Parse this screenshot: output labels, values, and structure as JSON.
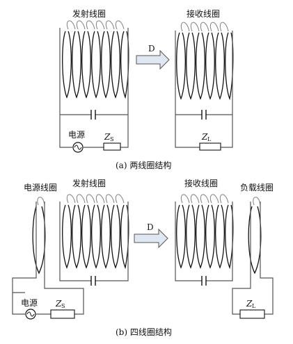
{
  "top": {
    "tx_coil_label": "发射线圈",
    "rx_coil_label": "接收线圈",
    "distance_label": "D",
    "source_label": "电源",
    "source_impedance_main": "Z",
    "source_impedance_sub": "S",
    "load_impedance_main": "Z",
    "load_impedance_sub": "L",
    "caption": "(a)  两线圈结构"
  },
  "bottom": {
    "source_coil_label": "电源线圈",
    "tx_coil_label": "发射线圈",
    "rx_coil_label": "接收线圈",
    "load_coil_label": "负载线圈",
    "distance_label": "D",
    "source_label": "电源",
    "source_impedance_main": "Z",
    "source_impedance_sub": "S",
    "load_impedance_main": "Z",
    "load_impedance_sub": "L",
    "caption": "(b)  四线圈结构"
  },
  "colors": {
    "coil_front": "#111111",
    "coil_back": "#8a8a8a",
    "wire": "#555555",
    "arrow_fill": "#dfe8f2"
  }
}
